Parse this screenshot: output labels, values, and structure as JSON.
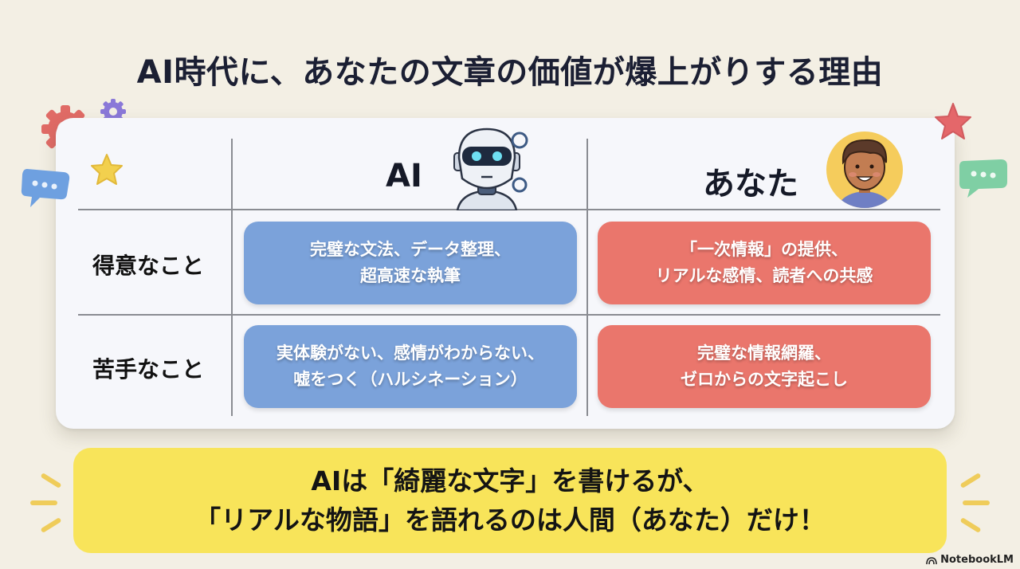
{
  "title": "AI時代に、あなたの文章の価値が爆上がりする理由",
  "table": {
    "columns": [
      {
        "label": "AI",
        "icon": "robot-icon"
      },
      {
        "label": "あなた",
        "icon": "person-avatar-icon"
      }
    ],
    "rows": [
      {
        "label": "得意なこと",
        "ai": [
          "完璧な文法、データ整理、",
          "超高速な執筆"
        ],
        "you": [
          "「一次情報」の提供、",
          "リアルな感情、読者への共感"
        ]
      },
      {
        "label": "苦手なこと",
        "ai": [
          "実体験がない、感情がわからない、",
          "嘘をつく（ハルシネーション）"
        ],
        "you": [
          "完璧な情報網羅、",
          "ゼロからの文字起こし"
        ]
      }
    ]
  },
  "banner": {
    "line1": "AIは「綺麗な文字」を書けるが、",
    "line2": "「リアルな物語」を語れるのは人間（あなた）だけ！"
  },
  "brand": "NotebookLM",
  "colors": {
    "background": "#f3efe4",
    "ai_cell": "#7ba2da",
    "you_cell": "#ea766c",
    "banner": "#f8e45a"
  }
}
